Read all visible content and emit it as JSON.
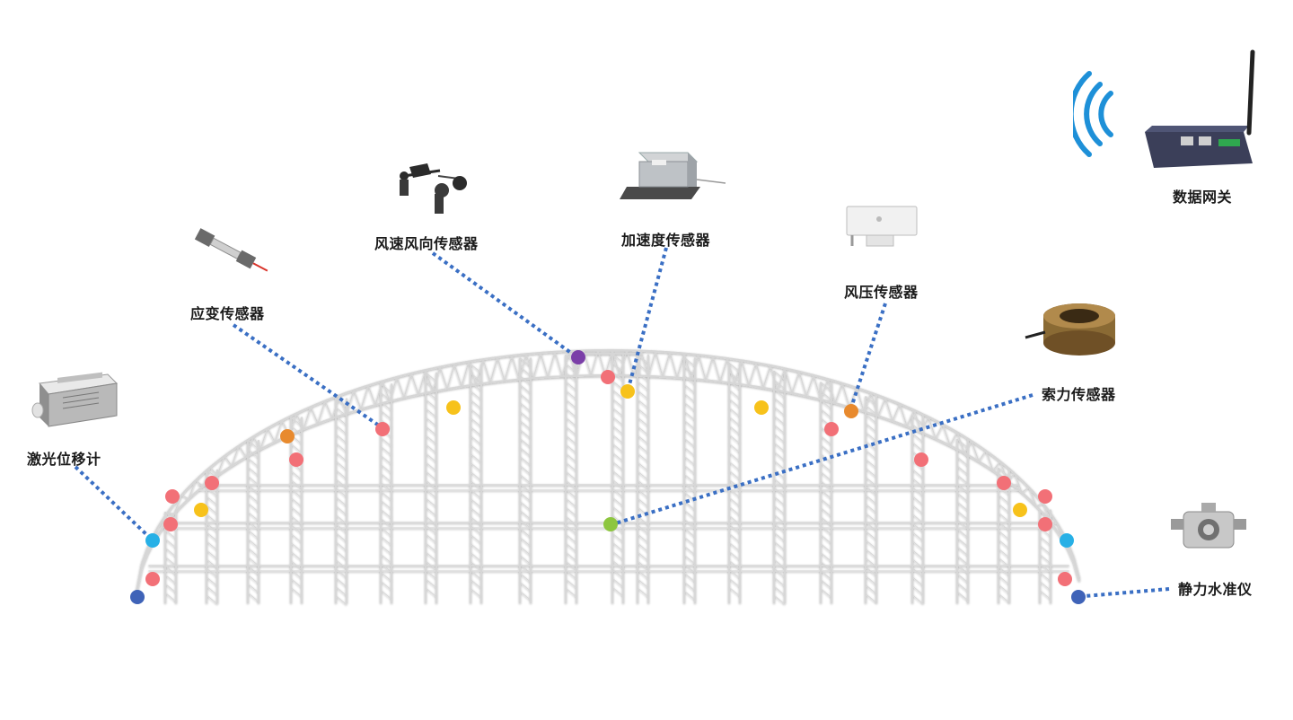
{
  "sensors": [
    {
      "id": "laser",
      "label": "激光位移计",
      "icon": "laser-displacement-meter-icon"
    },
    {
      "id": "strain",
      "label": "应变传感器",
      "icon": "strain-sensor-icon"
    },
    {
      "id": "wind",
      "label": "风速风向传感器",
      "icon": "anemometer-wind-vane-icon"
    },
    {
      "id": "accel",
      "label": "加速度传感器",
      "icon": "accelerometer-icon"
    },
    {
      "id": "windpressure",
      "label": "风压传感器",
      "icon": "wind-pressure-sensor-icon"
    },
    {
      "id": "cable",
      "label": "索力传感器",
      "icon": "cable-force-sensor-icon"
    },
    {
      "id": "level",
      "label": "静力水准仪",
      "icon": "hydrostatic-level-icon"
    },
    {
      "id": "gateway",
      "label": "数据网关",
      "icon": "data-gateway-router-icon"
    }
  ],
  "colors": {
    "leader": "#3a6fc4",
    "node_red": "#f27077",
    "node_yellow": "#f7c21b",
    "node_orange": "#e88a2e",
    "node_purple": "#7b3fa8",
    "node_green": "#8dc63f",
    "node_cyan": "#27b0e6",
    "node_blue": "#3f63b8",
    "wifi": "#1e90d8"
  }
}
